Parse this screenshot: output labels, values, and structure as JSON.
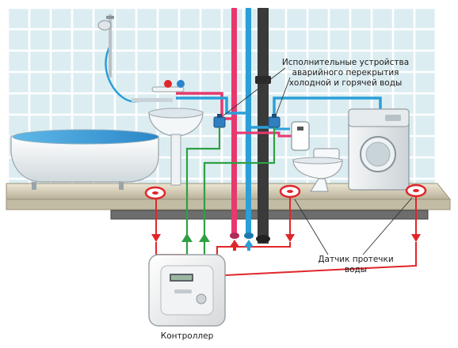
{
  "labels": {
    "actuators_line1": "Исполнительные устройства",
    "actuators_line2": "аварийного перекрытия",
    "actuators_line3": "холодной и горячей воды",
    "sensor_line1": "Датчик протечки",
    "sensor_line2": "воды",
    "controller": "Контроллер"
  },
  "colors": {
    "hot_water": "#e8386e",
    "cold_water": "#2b9fd8",
    "alarm_signal": "#e0262a",
    "control_signal": "#2ea043",
    "tile_wall": "#dbeef3",
    "floor": "#cfc8b2",
    "drain_pipe": "#3a3a3a"
  },
  "icons": [
    "shower-icon",
    "bathtub-icon",
    "sink-icon",
    "valve-icon",
    "boiler-icon",
    "toilet-icon",
    "washing-machine-icon",
    "leak-sensor-icon",
    "controller-icon",
    "arrow-down-icon",
    "arrow-up-icon"
  ]
}
